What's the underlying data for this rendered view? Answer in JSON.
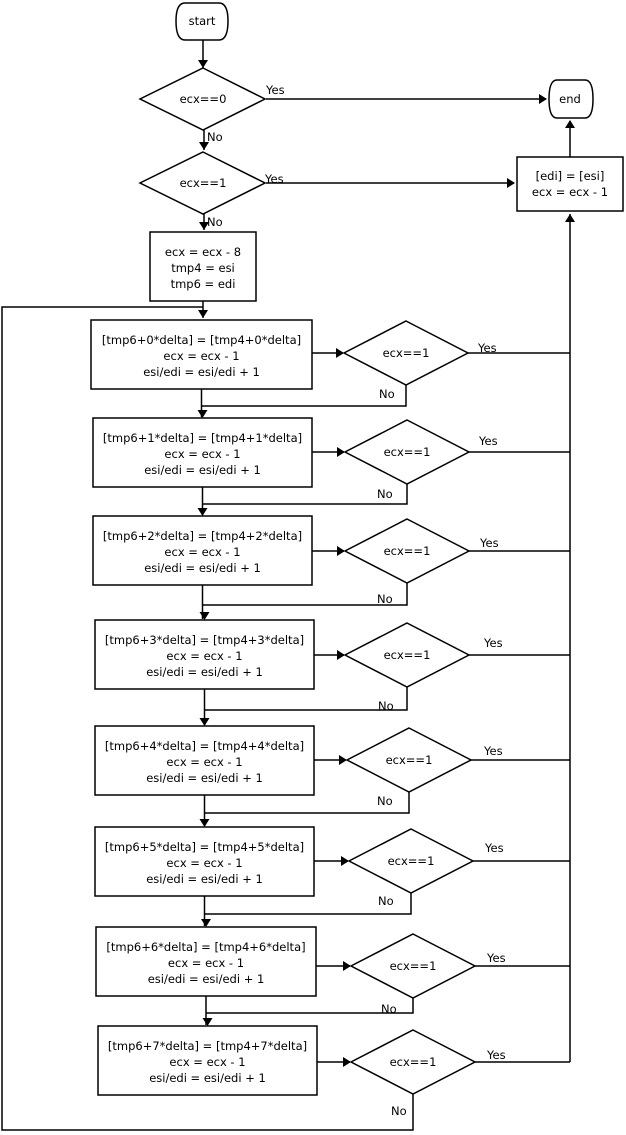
{
  "labels": {
    "yes": "Yes",
    "no": "No"
  },
  "terminals": {
    "start": "start",
    "end": "end"
  },
  "decisions": {
    "zero": "ecx==0",
    "one": "ecx==1"
  },
  "setup": [
    "ecx = ecx - 8",
    "tmp4 = esi",
    "tmp6 = edi"
  ],
  "single_copy": [
    "[edi] = [esi]",
    "ecx = ecx - 1"
  ],
  "copy_steps": [
    {
      "assign": "[tmp6+0*delta] = [tmp4+0*delta]",
      "dec": "ecx = ecx - 1",
      "inc": "esi/edi = esi/edi + 1",
      "check": "ecx==1"
    },
    {
      "assign": "[tmp6+1*delta] = [tmp4+1*delta]",
      "dec": "ecx = ecx - 1",
      "inc": "esi/edi = esi/edi + 1",
      "check": "ecx==1"
    },
    {
      "assign": "[tmp6+2*delta] = [tmp4+2*delta]",
      "dec": "ecx = ecx - 1",
      "inc": "esi/edi = esi/edi + 1",
      "check": "ecx==1"
    },
    {
      "assign": "[tmp6+3*delta] = [tmp4+3*delta]",
      "dec": "ecx = ecx - 1",
      "inc": "esi/edi = esi/edi + 1",
      "check": "ecx==1"
    },
    {
      "assign": "[tmp6+4*delta] = [tmp4+4*delta]",
      "dec": "ecx = ecx - 1",
      "inc": "esi/edi = esi/edi + 1",
      "check": "ecx==1"
    },
    {
      "assign": "[tmp6+5*delta] = [tmp4+5*delta]",
      "dec": "ecx = ecx - 1",
      "inc": "esi/edi = esi/edi + 1",
      "check": "ecx==1"
    },
    {
      "assign": "[tmp6+6*delta] = [tmp4+6*delta]",
      "dec": "ecx = ecx - 1",
      "inc": "esi/edi = esi/edi + 1",
      "check": "ecx==1"
    },
    {
      "assign": "[tmp6+7*delta] = [tmp4+7*delta]",
      "dec": "ecx = ecx - 1",
      "inc": "esi/edi = esi/edi + 1",
      "check": "ecx==1"
    }
  ]
}
